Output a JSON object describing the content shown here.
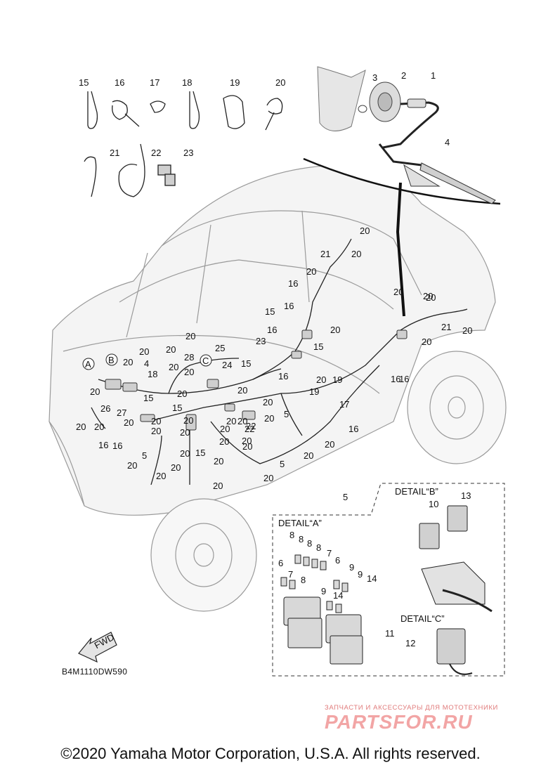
{
  "part_callouts": [
    {
      "id": "c1",
      "label": "1"
    },
    {
      "id": "c2",
      "label": "2"
    },
    {
      "id": "c3",
      "label": "3"
    },
    {
      "id": "c4",
      "label": "4"
    },
    {
      "id": "c15",
      "label": "15"
    },
    {
      "id": "c16",
      "label": "16"
    },
    {
      "id": "c17",
      "label": "17"
    },
    {
      "id": "c18",
      "label": "18"
    },
    {
      "id": "c19",
      "label": "19"
    },
    {
      "id": "c20",
      "label": "20"
    },
    {
      "id": "c21",
      "label": "21"
    },
    {
      "id": "c22",
      "label": "22"
    },
    {
      "id": "c23",
      "label": "23"
    }
  ],
  "harness_callouts": [
    "20",
    "20",
    "21",
    "20",
    "16",
    "15",
    "16",
    "16",
    "15",
    "23",
    "20",
    "20",
    "20",
    "20",
    "20",
    "20",
    "28",
    "25",
    "20",
    "20",
    "24",
    "15",
    "16",
    "4",
    "18",
    "20",
    "20",
    "20",
    "26",
    "27",
    "15",
    "15",
    "20",
    "20",
    "20",
    "20",
    "22",
    "19",
    "19",
    "17",
    "16",
    "20",
    "16",
    "20",
    "5",
    "20",
    "20",
    "20",
    "20",
    "20",
    "20",
    "20",
    "20",
    "20",
    "16",
    "5",
    "20",
    "20",
    "15",
    "20",
    "20",
    "20",
    "5",
    "20",
    "20",
    "16",
    "20",
    "21",
    "20",
    "16",
    "20",
    "22",
    "20",
    "20",
    "20",
    "20"
  ],
  "detail_markers": {
    "a": "A",
    "b": "B",
    "c": "C"
  },
  "details": {
    "a_title": "DETAIL“A”",
    "b_title": "DETAIL“B”",
    "c_title": "DETAIL“C”",
    "a_labels": [
      "8",
      "8",
      "8",
      "8",
      "7",
      "6",
      "6",
      "7",
      "8",
      "9",
      "9",
      "14",
      "9",
      "14"
    ],
    "b_labels": [
      "10",
      "13"
    ],
    "c_labels": [
      "11",
      "12"
    ],
    "detail_leader_5": "5"
  },
  "fwd_label": "FWD",
  "diagram_code": "B4M1110DW590",
  "copyright": "©2020 Yamaha Motor Corporation, U.S.A. All rights reserved.",
  "watermark": {
    "subtitle": "ЗАПЧАСТИ И АКСЕССУАРЫ ДЛЯ МОТОТЕХНИКИ",
    "logo": "PARTSFOR.RU"
  }
}
